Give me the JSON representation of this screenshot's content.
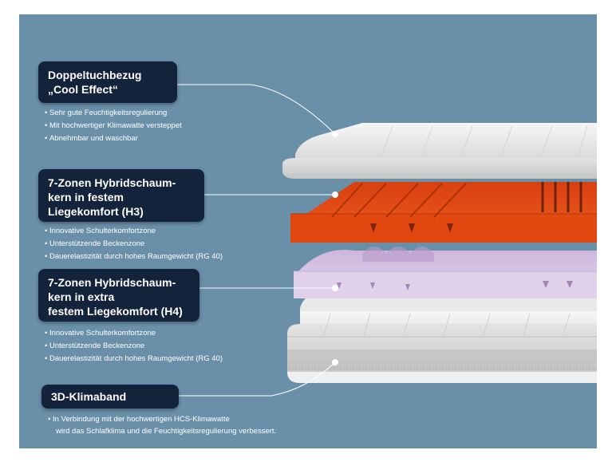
{
  "callouts": [
    {
      "title_lines": [
        "Doppeltuchbezug",
        "„Cool Effect“"
      ],
      "bullets": [
        "Sehr gute Feuchtigkeitsregulierung",
        "Mit hochwertiger Klimawatte versteppet",
        "Abnehmbar und waschbar"
      ]
    },
    {
      "title_lines": [
        "7-Zonen Hybridschaum-",
        "kern in festem",
        "Liegekomfort (H3)"
      ],
      "bullets": [
        "Innovative Schulterkomfortzone",
        "Unterstützende Beckenzone",
        "Dauerelastizität durch hohes Raumgewicht (RG 40)"
      ]
    },
    {
      "title_lines": [
        "7-Zonen Hybridschaum-",
        "kern in extra",
        "festem Liegekomfort (H4)"
      ],
      "bullets": [
        "Innovative Schulterkomfortzone",
        "Unterstützende Beckenzone",
        "Dauerelastizität durch hohes Raumgewicht (RG 40)"
      ]
    },
    {
      "title_lines": [
        "3D-Klimaband"
      ],
      "note_lines": [
        "In Verbindung mit der hochwertigen HCS-Klimawatte",
        "wird das Schlafklima und die Feuchtigkeitsregulierung verbessert."
      ]
    }
  ],
  "colors": {
    "background": "#6a8fa9",
    "label_box": "#14233c",
    "orange_foam": "#e2470f",
    "lilac_foam": "#dcc8e8",
    "cover": "#ececec"
  }
}
